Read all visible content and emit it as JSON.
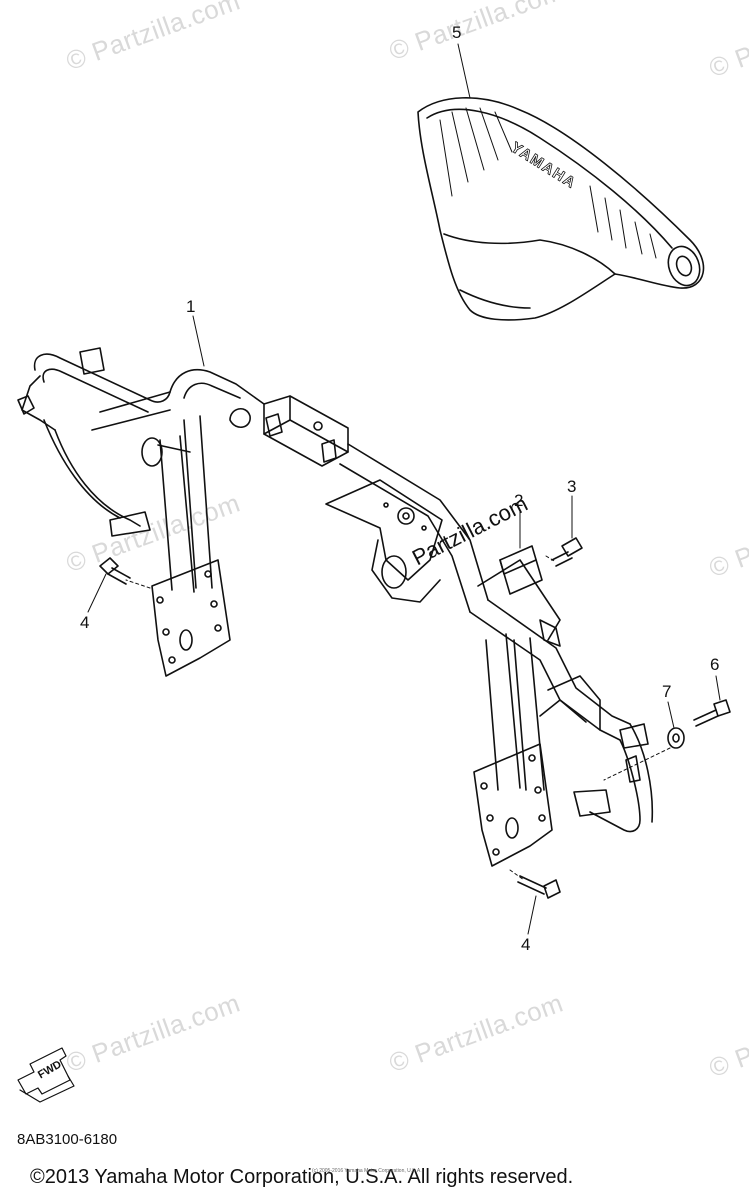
{
  "callouts": [
    {
      "id": "1",
      "label": "1"
    },
    {
      "id": "2",
      "label": "2"
    },
    {
      "id": "3",
      "label": "3"
    },
    {
      "id": "4a",
      "label": "4"
    },
    {
      "id": "4b",
      "label": "4"
    },
    {
      "id": "5",
      "label": "5"
    },
    {
      "id": "6",
      "label": "6"
    },
    {
      "id": "7",
      "label": "7"
    }
  ],
  "pad_brand": "YAMAHA",
  "fwd_label": "FWD",
  "watermark_text": "© Partzilla.com",
  "watermark_center": "Partzilla.com",
  "diagram_code": "8AB3100-6180",
  "copyright": "©2013 Yamaha Motor Corporation, U.S.A. All rights reserved.",
  "tiny_credit": "(c) 2005-2016 Yamaha Motor Corporation, U.S.A.",
  "colors": {
    "line": "#111111",
    "watermark": "#d9d9d9",
    "background": "#ffffff"
  }
}
